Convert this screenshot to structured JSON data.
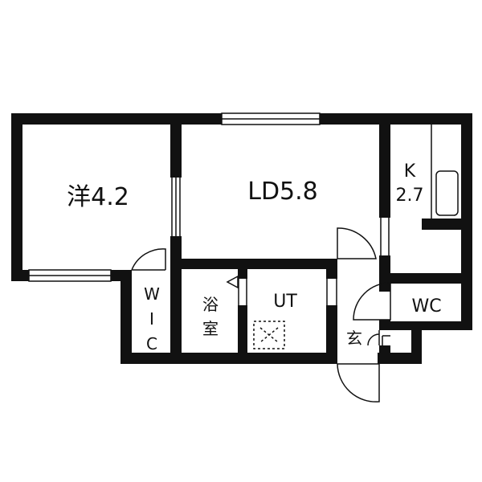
{
  "floorplan": {
    "rooms": {
      "western": "洋4.2",
      "ld": "LD5.8",
      "kitchen_k": "K",
      "kitchen_size": "2.7",
      "wc": "WC",
      "wic_w": "W",
      "wic_i": "I",
      "wic_c": "C",
      "bath_1": "浴",
      "bath_2": "室",
      "ut": "UT",
      "entrance": "玄"
    },
    "colors": {
      "wall": "#111111",
      "background": "#ffffff"
    }
  }
}
